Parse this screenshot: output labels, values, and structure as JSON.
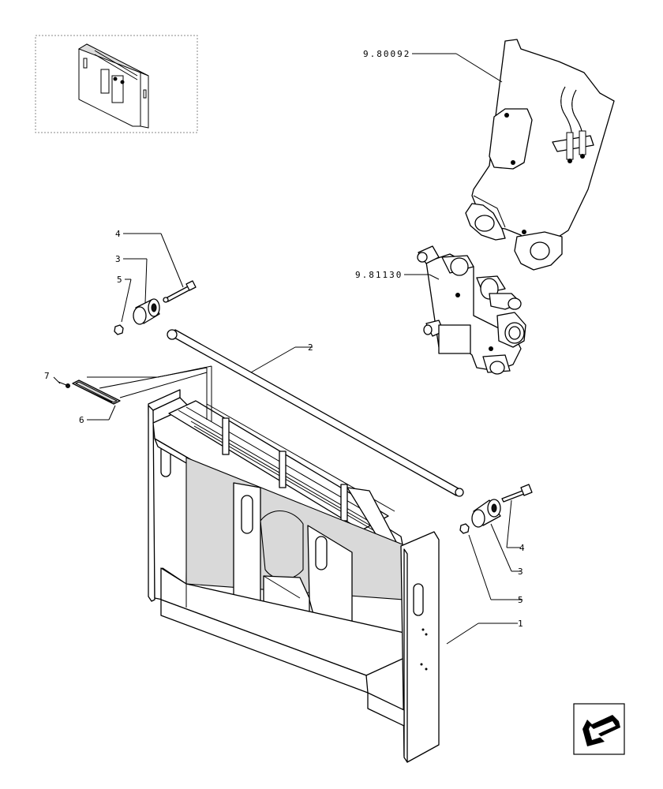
{
  "callouts": {
    "ref_top": "9.80092",
    "ref_mid": "9.81130",
    "p1": "1",
    "p2": "2",
    "p3_left": "3",
    "p3_right": "3",
    "p4_left": "4",
    "p4_right": "4",
    "p5_left": "5",
    "p5_right": "5",
    "p6": "6",
    "p7": "7"
  },
  "colors": {
    "ink": "#000000",
    "paper": "#ffffff",
    "shade": "#d9d9d9"
  },
  "icons": {
    "nav": "arrow-down-left-icon"
  }
}
